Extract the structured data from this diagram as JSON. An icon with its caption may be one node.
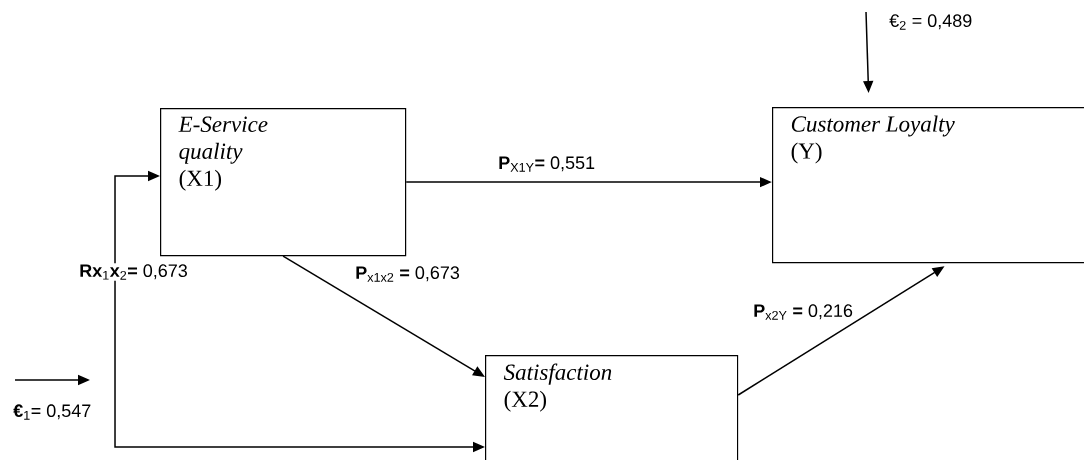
{
  "diagram": {
    "nodes": [
      {
        "text": [
          "E-Service quality",
          "(X1)"
        ]
      },
      {
        "text": [
          "Customer Loyalty",
          "(Y)"
        ]
      },
      {
        "text": [
          "Satisfaction",
          "(X2)"
        ]
      }
    ],
    "edges": [
      {
        "from": 0,
        "to": 1,
        "arrow": "to",
        "label": "**P**$_{X1Y}$**=** 0,551"
      },
      {
        "from": 0,
        "to": 2,
        "arrow": "to",
        "label": "**P**$_{x1x2}$ **=** 0,673"
      },
      {
        "from": 2,
        "to": 1,
        "arrow": "to",
        "label": "**P**$_{x2Y}$ **=** 0,216"
      },
      {
        "from": 2,
        "to": 0,
        "arrow": "both",
        "label": "**Rx**$_{1}$**x**$_{2}$**=** 0,673"
      },
      {
        "from": null,
        "to": 1,
        "arrow": "to",
        "label": "€$_{2}$ = 0,489"
      }
    ],
    "labels": [
      "**€**$_{1}$= 0,547"
    ]
  }
}
